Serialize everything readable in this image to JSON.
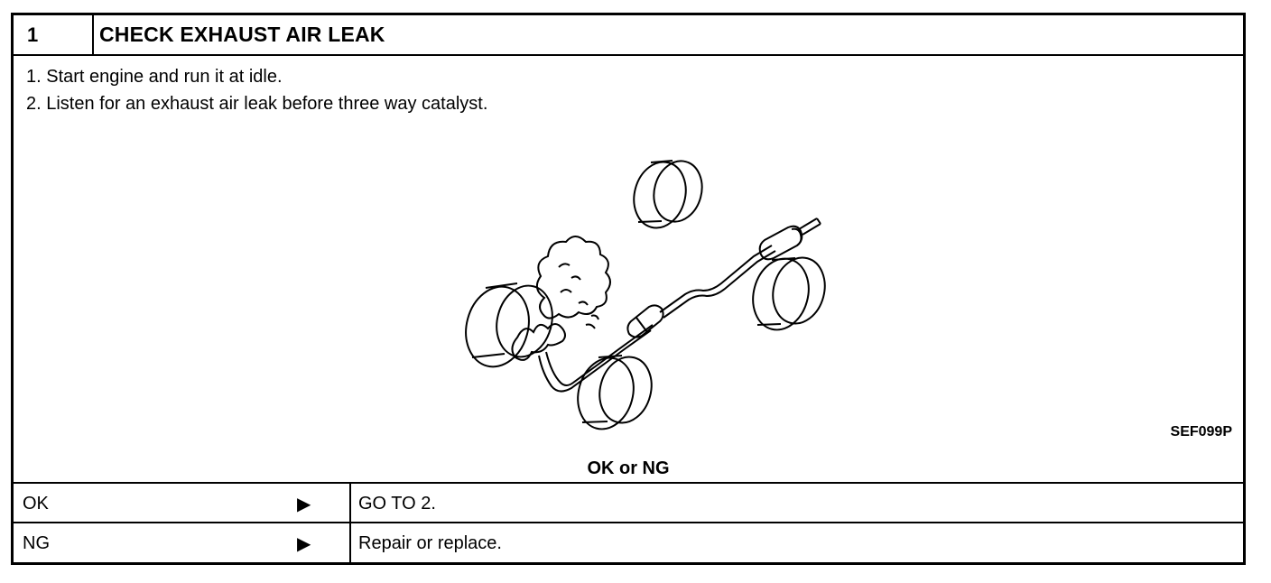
{
  "step": {
    "number": "1",
    "title": "CHECK EXHAUST AIR LEAK"
  },
  "instructions": [
    "1.  Start engine and run it at idle.",
    "2.  Listen for an exhaust air leak before three way catalyst."
  ],
  "figure": {
    "code": "SEF099P",
    "icon": "exhaust-system-illustration"
  },
  "question": "OK or NG",
  "results": [
    {
      "label": "OK",
      "arrow": "▶",
      "action": "GO TO 2."
    },
    {
      "label": "NG",
      "arrow": "▶",
      "action": "Repair or replace."
    }
  ]
}
